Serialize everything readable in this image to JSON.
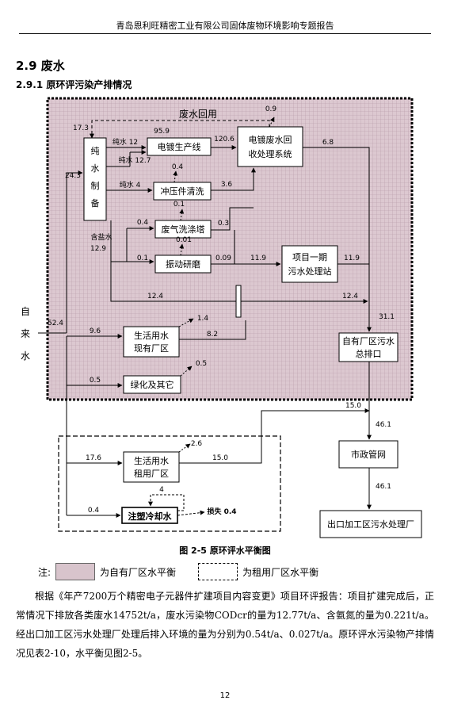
{
  "header": "青岛恩利旺精密工业有限公司固体废物环境影响专题报告",
  "section": "2.9 废水",
  "subsection": "2.9.1 原环评污染产排情况",
  "diagram": {
    "boxes": {
      "pure_water_1": "纯",
      "pure_water_2": "水",
      "pure_water_3": "制",
      "pure_water_4": "备",
      "plating": "电镀生产线",
      "recycle_1": "电镀废水回",
      "recycle_2": "收处理系统",
      "stamping": "冲压件清洗",
      "scrubber": "废气洗涤塔",
      "vibration": "振动研磨",
      "project_1": "项目一期",
      "project_2": "污水处理站",
      "domestic_1": "生活用水",
      "domestic_2": "现有厂区",
      "greening": "绿化及其它",
      "outlet_1": "自有厂区污水",
      "outlet_2": "总排口",
      "rent_domestic_1": "生活用水",
      "rent_domestic_2": "租用厂区",
      "cooling": "注塑冷却水",
      "municipal": "市政管网",
      "plant": "出口加工区污水处理厂"
    },
    "labels": {
      "wastewater_reuse": "废水回用",
      "tap_1": "自",
      "tap_2": "来",
      "tap_3": "水",
      "pure_12": "纯水 12",
      "pure_12_7": "纯水 12.7",
      "pure_4": "纯水 4",
      "salty_1": "含盐水",
      "salty_2": "12.9",
      "loss": "损失 0.4"
    },
    "numbers": {
      "v17_3": "17.3",
      "v95_9": "95.9",
      "v120_6": "120.6",
      "v0_9": "0.9",
      "v6_8": "6.8",
      "v24_3": "24.3",
      "v0_4a": "0.4",
      "v3_6": "3.6",
      "v0_1a": "0.1",
      "v0_4b": "0.4",
      "v0_3": "0.3",
      "v0_01": "0.01",
      "v0_1b": "0.1",
      "v0_09": "0.09",
      "v11_9a": "11.9",
      "v11_9b": "11.9",
      "v12_4a": "12.4",
      "v12_4b": "12.4",
      "v31_1": "31.1",
      "v52_4": "52.4",
      "v9_6": "9.6",
      "v1_4": "1.4",
      "v8_2": "8.2",
      "v0_5a": "0.5",
      "v0_5b": "0.5",
      "v15_0a": "15.0",
      "v46_1a": "46.1",
      "v2_6": "2.6",
      "v17_6": "17.6",
      "v15_0b": "15.0",
      "v4": "4",
      "v0_4c": "0.4",
      "v46_1b": "46.1"
    }
  },
  "caption": "图 2-5 原环评水平衡图",
  "legend": {
    "prefix": "注:",
    "own": "为自有厂区水平衡",
    "rent": "为租用厂区水平衡"
  },
  "paragraph": "根据《年产7200万个精密电子元器件扩建项目内容变更》项目环评报告：项目扩建完成后，正常情况下排放各类废水14752t/a，废水污染物CODcr的量为12.77t/a、含氨氮的量为0.221t/a。经出口加工区污水处理厂处理后排入环境的量为分别为0.54t/a、0.027t/a。原环评水污染物产排情况见表2-10，水平衡见图2-5。",
  "page_number": "12",
  "colors": {
    "shaded_area": "#d8c4cc",
    "grid": "#b79aa6"
  }
}
